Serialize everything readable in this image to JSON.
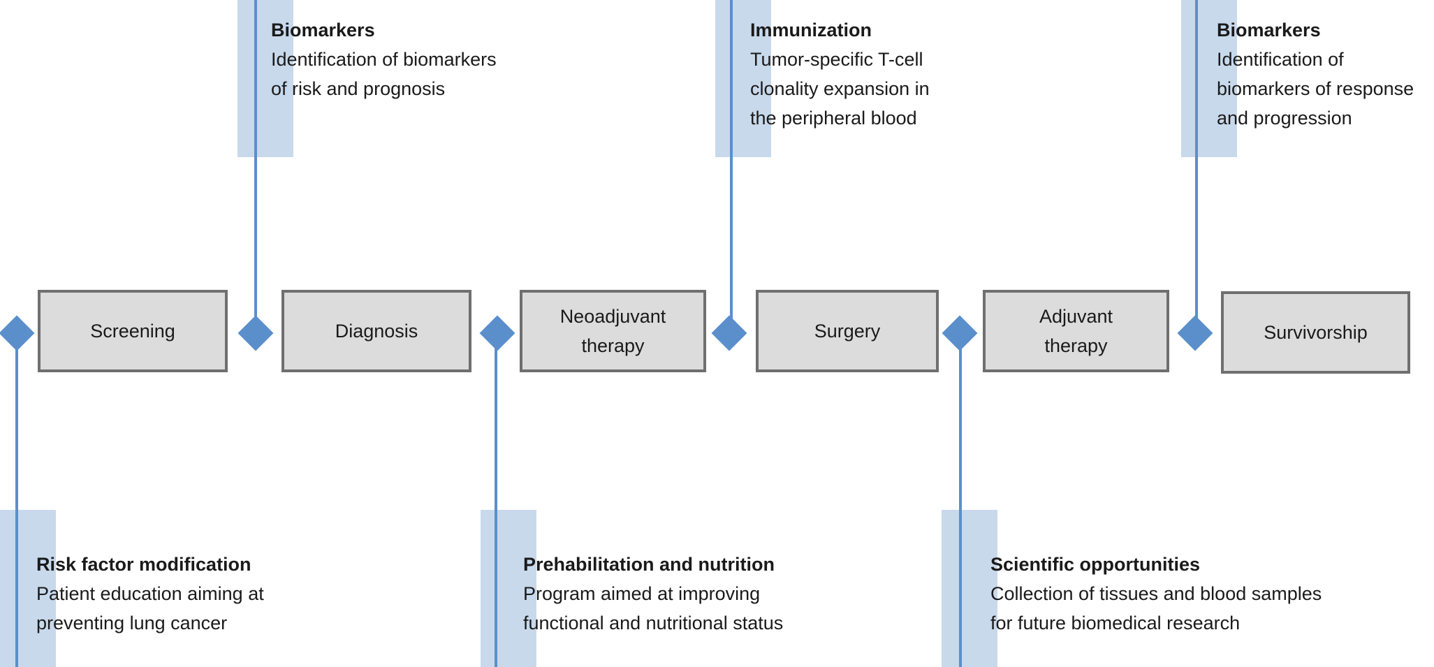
{
  "steps": [
    {
      "label": "Screening"
    },
    {
      "label": "Diagnosis"
    },
    {
      "label": "Neoadjuvant\ntherapy"
    },
    {
      "label": "Surgery"
    },
    {
      "label": "Adjuvant\ntherapy"
    },
    {
      "label": "Survivorship"
    }
  ],
  "callouts_top": [
    {
      "title": "Biomarkers",
      "body": "Identification of biomarkers\nof risk and prognosis"
    },
    {
      "title": "Immunization",
      "body": "Tumor-specific T-cell\nclonality expansion in\nthe peripheral blood"
    },
    {
      "title": "Biomarkers",
      "body": "Identification of\nbiomarkers of response\nand progression"
    }
  ],
  "callouts_bottom": [
    {
      "title": "Risk factor modification",
      "body": "Patient education aiming at\npreventing lung cancer"
    },
    {
      "title": "Prehabilitation and nutrition",
      "body": "Program aimed at improving\nfunctional and nutritional status"
    },
    {
      "title": "Scientific opportunities",
      "body": "Collection of tissues and blood samples\nfor future biomedical research"
    }
  ],
  "colors": {
    "accent": "#5b8fcb",
    "band": "#c8d9ec",
    "box_fill": "#dcdcdc",
    "box_border": "#6f6f6f"
  }
}
